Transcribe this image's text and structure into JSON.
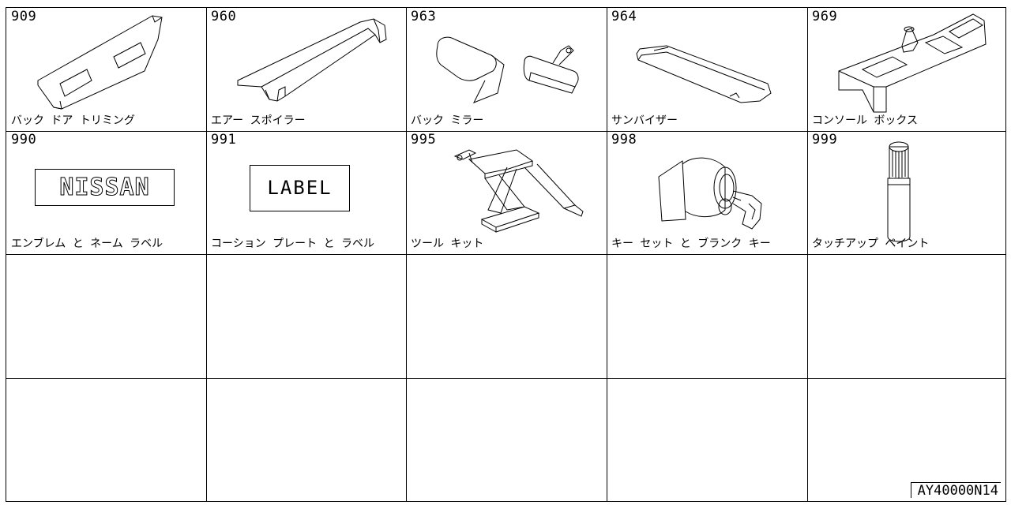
{
  "catalog": {
    "reference": "AY40000N14",
    "parts": [
      {
        "code": "909",
        "name": "バック ドア トリミング",
        "icon": "back-door-trim-icon"
      },
      {
        "code": "960",
        "name": "エアー スポイラー",
        "icon": "air-spoiler-icon"
      },
      {
        "code": "963",
        "name": "バック ミラー",
        "icon": "mirror-icon"
      },
      {
        "code": "964",
        "name": "サンバイザー",
        "icon": "sun-visor-icon"
      },
      {
        "code": "969",
        "name": "コンソール ボックス",
        "icon": "console-box-icon"
      },
      {
        "code": "990",
        "name": "エンブレム と ネーム ラベル",
        "icon": "emblem-icon",
        "plate_text": "NISSAN"
      },
      {
        "code": "991",
        "name": "コーション プレート と ラベル",
        "icon": "label-plate-icon",
        "plate_text": "LABEL"
      },
      {
        "code": "995",
        "name": "ツール キット",
        "icon": "jack-tool-icon"
      },
      {
        "code": "998",
        "name": "キー セット と ブランク キー",
        "icon": "key-set-icon"
      },
      {
        "code": "999",
        "name": "タッチアップ ペイント",
        "icon": "touch-up-paint-icon"
      }
    ]
  }
}
